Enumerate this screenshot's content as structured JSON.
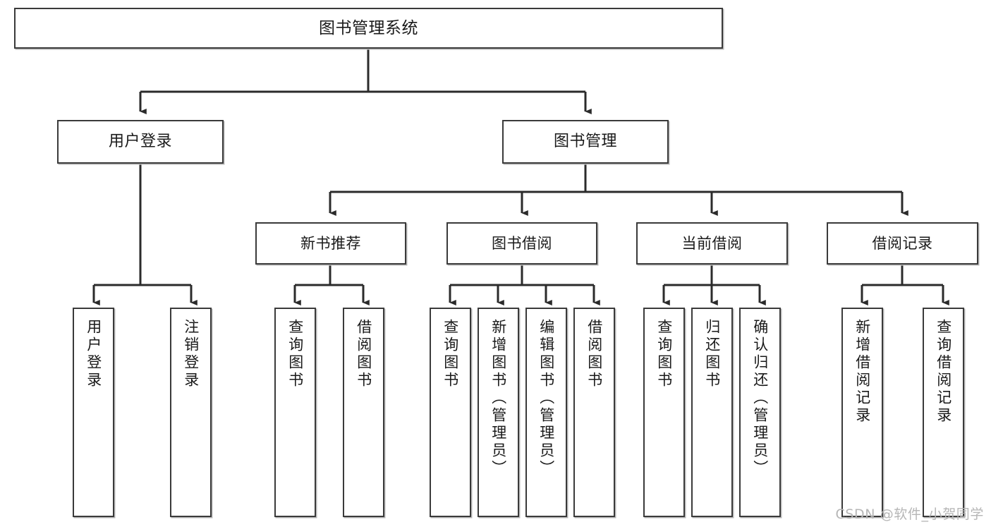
{
  "diagram": {
    "title": "图书管理系统",
    "type": "tree",
    "background": "#ffffff",
    "node_border_color": "#3a3a3a",
    "node_fill_color": "#ffffff",
    "edge_color": "#2b2b2b",
    "text_color": "#1a1a1a"
  },
  "watermark": {
    "text": "CSDN @软件_小贺同学",
    "color": "#b6b6b6"
  },
  "nodes": {
    "root": {
      "label": "图书管理系统"
    },
    "l1": [
      {
        "id": "user-login",
        "label": "用户登录"
      },
      {
        "id": "book-manage",
        "label": "图书管理"
      }
    ],
    "l2": [
      {
        "id": "new-book-recommend",
        "label": "新书推荐"
      },
      {
        "id": "book-borrow",
        "label": "图书借阅"
      },
      {
        "id": "current-borrow",
        "label": "当前借阅"
      },
      {
        "id": "borrow-record",
        "label": "借阅记录"
      }
    ],
    "leaves": [
      {
        "id": "leaf-user-login",
        "label": "用户登录",
        "parent": "user-login"
      },
      {
        "id": "leaf-logout-login",
        "label": "注销登录",
        "parent": "user-login"
      },
      {
        "id": "leaf-query-book-1",
        "label": "查询图书",
        "parent": "new-book-recommend"
      },
      {
        "id": "leaf-borrow-book-1",
        "label": "借阅图书",
        "parent": "new-book-recommend"
      },
      {
        "id": "leaf-query-book-2",
        "label": "查询图书",
        "parent": "book-borrow"
      },
      {
        "id": "leaf-add-book",
        "label": "新增图书（管理员）",
        "parent": "book-borrow"
      },
      {
        "id": "leaf-edit-book",
        "label": "编辑图书（管理员）",
        "parent": "book-borrow"
      },
      {
        "id": "leaf-borrow-book-2",
        "label": "借阅图书",
        "parent": "book-borrow"
      },
      {
        "id": "leaf-query-book-3",
        "label": "查询图书",
        "parent": "current-borrow"
      },
      {
        "id": "leaf-return-book",
        "label": "归还图书",
        "parent": "current-borrow"
      },
      {
        "id": "leaf-confirm-return",
        "label": "确认归还（管理员）",
        "parent": "current-borrow"
      },
      {
        "id": "leaf-add-record",
        "label": "新增借阅记录",
        "parent": "borrow-record"
      },
      {
        "id": "leaf-query-record",
        "label": "查询借阅记录",
        "parent": "borrow-record"
      }
    ]
  }
}
